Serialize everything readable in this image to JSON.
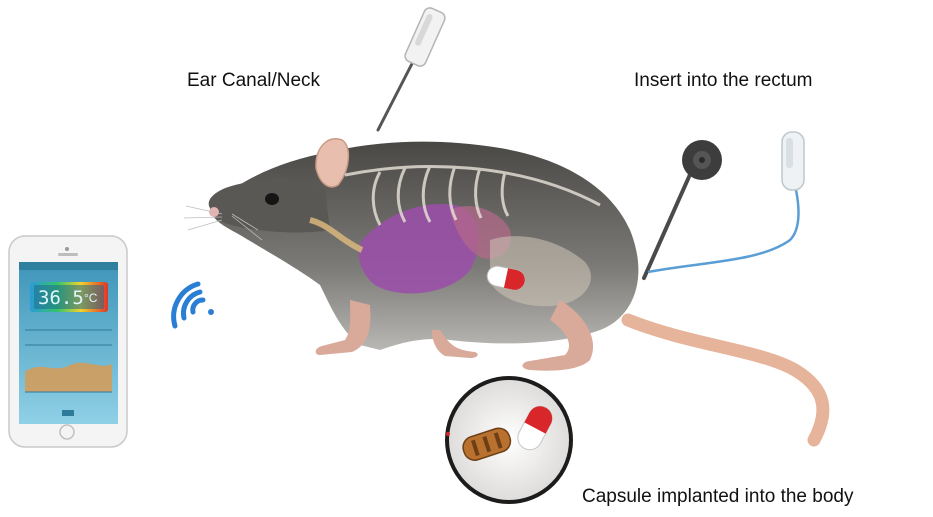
{
  "labels": {
    "ear": "Ear Canal/Neck",
    "rectum": "Insert into the rectum",
    "capsule": "Capsule implanted into the body"
  },
  "phone": {
    "temperature": "36.5",
    "unit": "°C"
  },
  "colors": {
    "phone_screen": "#5fb3cf",
    "wifi": "#2a7fd4",
    "rat_body": "#6b6966",
    "organ_purple": "#9a4fa8",
    "capsule_red": "#d8262a",
    "tail": "#e6b49a",
    "probe_cable": "#5a9ed6"
  }
}
